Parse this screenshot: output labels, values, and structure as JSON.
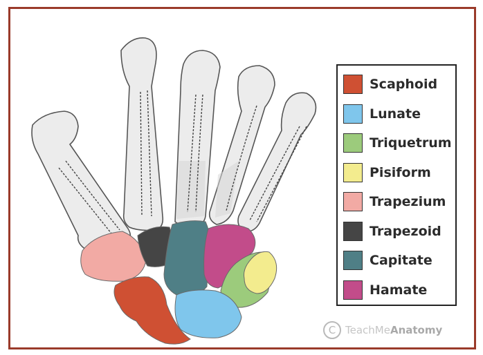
{
  "legend": {
    "items": [
      {
        "label": "Scaphoid",
        "color": "#cf5033"
      },
      {
        "label": "Lunate",
        "color": "#7fc6ec"
      },
      {
        "label": "Triquetrum",
        "color": "#9ccb7c"
      },
      {
        "label": "Pisiform",
        "color": "#f3ec8e"
      },
      {
        "label": "Trapezium",
        "color": "#f2aaa4"
      },
      {
        "label": "Trapezoid",
        "color": "#454545"
      },
      {
        "label": "Capitate",
        "color": "#4f7f86"
      },
      {
        "label": "Hamate",
        "color": "#c24c8a"
      }
    ]
  },
  "credit": {
    "symbol": "C",
    "brand_light": "TeachMe",
    "brand_bold": "Anatomy"
  },
  "colors": {
    "frame_border": "#9a3a2a",
    "bone_fill": "#eeeeee",
    "bone_outline": "#555555"
  }
}
